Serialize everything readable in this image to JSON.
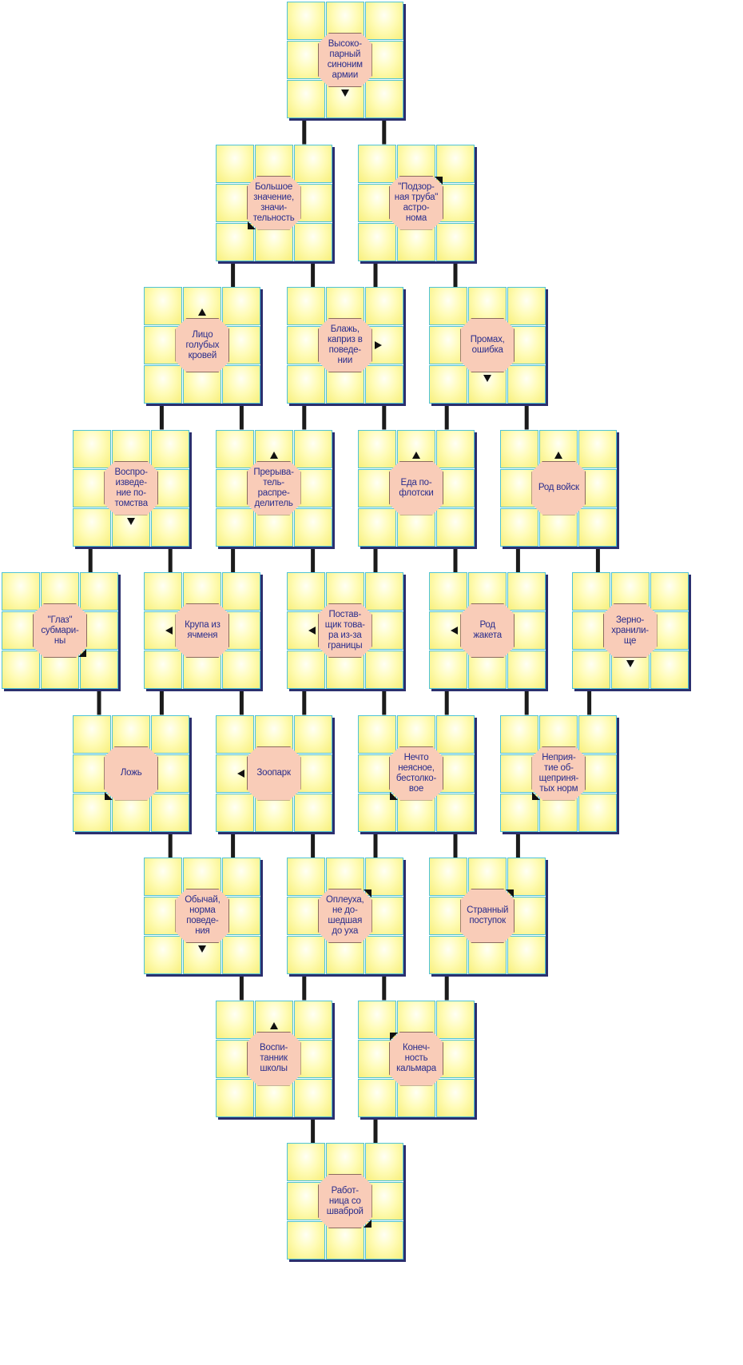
{
  "colors": {
    "cell_fill": "#fffcb8",
    "cell_border": "#4ec3d6",
    "clue_fill": "#f9ccb8",
    "clue_text": "#2a2d8c",
    "connector": "#1b1b1b",
    "shadow": "#2b2f6e"
  },
  "puzzle": {
    "type": "crossword-chain",
    "blocks": [
      {
        "row": 0,
        "col": 4,
        "clue": "Высоко-\nпарный\nсиноним\nармии",
        "arrow": "down"
      },
      {
        "row": 1,
        "col": 3,
        "clue": "Большое\nзначение,\nзначи-\nтельность",
        "arrow": "down-left"
      },
      {
        "row": 1,
        "col": 5,
        "clue": "\"Подзор-\nная труба\"\nастро-\nнома",
        "arrow": "up-right"
      },
      {
        "row": 2,
        "col": 2,
        "clue": "Лицо\nголубых\nкровей",
        "arrow": "up"
      },
      {
        "row": 2,
        "col": 4,
        "clue": "Блажь,\nкаприз в\nповеде-\nнии",
        "arrow": "right"
      },
      {
        "row": 2,
        "col": 6,
        "clue": "Промах,\nошибка",
        "arrow": "down"
      },
      {
        "row": 3,
        "col": 1,
        "clue": "Воспро-\nизведе-\nние по-\nтомства",
        "arrow": "down"
      },
      {
        "row": 3,
        "col": 3,
        "clue": "Прерыва-\nтель-\nраспре-\nделитель",
        "arrow": "up"
      },
      {
        "row": 3,
        "col": 5,
        "clue": "Еда по-\nфлотски",
        "arrow": "up"
      },
      {
        "row": 3,
        "col": 7,
        "clue": "Род войск",
        "arrow": "up"
      },
      {
        "row": 4,
        "col": 0,
        "clue": "\"Глаз\"\nсубмари-\nны",
        "arrow": "down-right"
      },
      {
        "row": 4,
        "col": 2,
        "clue": "Крупа из\nячменя",
        "arrow": "left"
      },
      {
        "row": 4,
        "col": 4,
        "clue": "Постав-\nщик това-\nра из-за\nграницы",
        "arrow": "left"
      },
      {
        "row": 4,
        "col": 6,
        "clue": "Род\nжакета",
        "arrow": "left"
      },
      {
        "row": 4,
        "col": 8,
        "clue": "Зерно-\nхранили-\nще",
        "arrow": "down"
      },
      {
        "row": 5,
        "col": 1,
        "clue": "Ложь",
        "arrow": "down-left"
      },
      {
        "row": 5,
        "col": 3,
        "clue": "Зоопарк",
        "arrow": "left"
      },
      {
        "row": 5,
        "col": 5,
        "clue": "Нечто\nнеясное,\nбестолко-\nвое",
        "arrow": "down-left"
      },
      {
        "row": 5,
        "col": 7,
        "clue": "Неприя-\nтие об-\nщеприня-\nтых норм",
        "arrow": "down-left"
      },
      {
        "row": 6,
        "col": 2,
        "clue": "Обычай,\nнорма\nповеде-\nния",
        "arrow": "down"
      },
      {
        "row": 6,
        "col": 4,
        "clue": "Оплеуха,\nне до-\nшедшая\nдо уха",
        "arrow": "up-right"
      },
      {
        "row": 6,
        "col": 6,
        "clue": "Странный\nпоступок",
        "arrow": "up-right"
      },
      {
        "row": 7,
        "col": 3,
        "clue": "Воспи-\nтанник\nшколы",
        "arrow": "up"
      },
      {
        "row": 7,
        "col": 5,
        "clue": "Конеч-\nность\nкальмара",
        "arrow": "up-left"
      },
      {
        "row": 8,
        "col": 4,
        "clue": "Работ-\nница со\nшваброй",
        "arrow": "down-right"
      }
    ]
  }
}
